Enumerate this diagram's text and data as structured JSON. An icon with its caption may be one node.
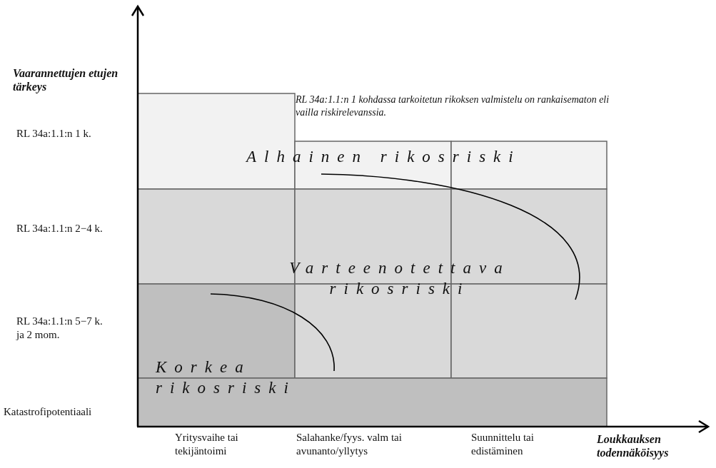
{
  "diagram": {
    "labels": [
      "Vaarannettujen etujen tärkeys",
      "RL 34a:1.1:n 1 kohdassa tarkoitetun rikoksen valmistelu on rankaisematon eli vailla riskirelevanssia.",
      "RL 34a:1.1:n 1 k.",
      "Alhainen rikosriski",
      "RL 34a:1.1:n 2−4 k.",
      "Varteenotettava rikosriski",
      "RL 34a:1.1:n 5−7 k. ja 2 mom.",
      "Korkea rikosriski",
      "Katastrofipotentiaali",
      "Yritysvaihe tai tekijäntoimi",
      "Salahanke/fyys. valm tai avunanto/yllytys",
      "Suunnittelu tai edistäminen",
      "Loukkauksen todennäköisyys"
    ]
  }
}
